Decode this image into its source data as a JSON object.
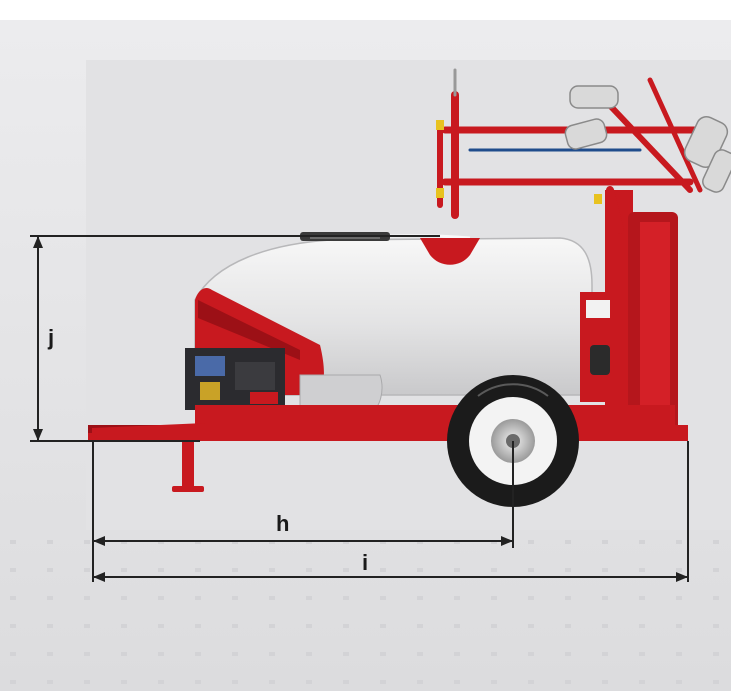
{
  "dimensions": {
    "height_label": "j",
    "axle_length_label": "h",
    "total_length_label": "i"
  },
  "colors": {
    "frame_red": "#c8191f",
    "dark_red": "#9c1016",
    "tank_white": "#e9e9ea",
    "tire_black": "#1b1b1b",
    "backdrop_gray": "#e6e6e8",
    "dimension_line": "#222222"
  }
}
